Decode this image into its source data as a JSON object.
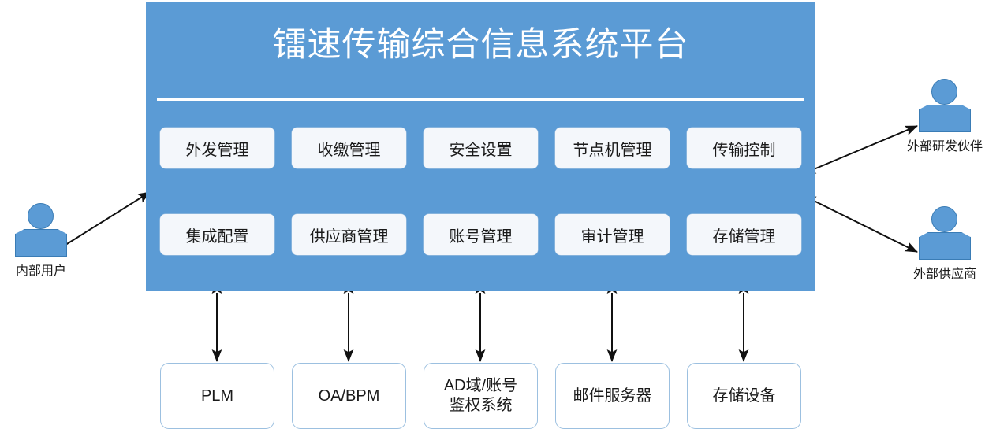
{
  "diagram": {
    "title": "镭速传输综合信息系统平台",
    "colors": {
      "panel_blue": "#5B9BD5",
      "tile_white": "#F4F7FB",
      "system_border": "#9CC0E0",
      "arrow_black": "#1a1a1a",
      "title_text": "#FFFFFF"
    },
    "modules_row1": [
      {
        "label": "外发管理"
      },
      {
        "label": "收缴管理"
      },
      {
        "label": "安全设置"
      },
      {
        "label": "节点机管理"
      },
      {
        "label": "传输控制"
      }
    ],
    "modules_row2": [
      {
        "label": "集成配置"
      },
      {
        "label": "供应商管理"
      },
      {
        "label": "账号管理"
      },
      {
        "label": "审计管理"
      },
      {
        "label": "存储管理"
      }
    ],
    "external_systems": [
      {
        "label": "PLM"
      },
      {
        "label": "OA/BPM"
      },
      {
        "label": "AD域/账号\n鉴权系统"
      },
      {
        "label": "邮件服务器"
      },
      {
        "label": "存储设备"
      }
    ],
    "actors": [
      {
        "id": "internal",
        "label": "内部用户"
      },
      {
        "id": "partner",
        "label": "外部研发伙伴"
      },
      {
        "id": "supplier",
        "label": "外部供应商"
      }
    ],
    "connectors": [
      {
        "from": "内部用户",
        "to": "镭速传输综合信息系统平台",
        "type": "double-arrow"
      },
      {
        "from": "镭速传输综合信息系统平台",
        "to": "外部研发伙伴",
        "type": "double-arrow"
      },
      {
        "from": "镭速传输综合信息系统平台",
        "to": "外部供应商",
        "type": "double-arrow"
      },
      {
        "from": "镭速传输综合信息系统平台",
        "to": "PLM",
        "type": "double-arrow"
      },
      {
        "from": "镭速传输综合信息系统平台",
        "to": "OA/BPM",
        "type": "double-arrow"
      },
      {
        "from": "镭速传输综合信息系统平台",
        "to": "AD域/账号鉴权系统",
        "type": "double-arrow"
      },
      {
        "from": "镭速传输综合信息系统平台",
        "to": "邮件服务器",
        "type": "double-arrow"
      },
      {
        "from": "镭速传输综合信息系统平台",
        "to": "存储设备",
        "type": "double-arrow"
      }
    ]
  }
}
